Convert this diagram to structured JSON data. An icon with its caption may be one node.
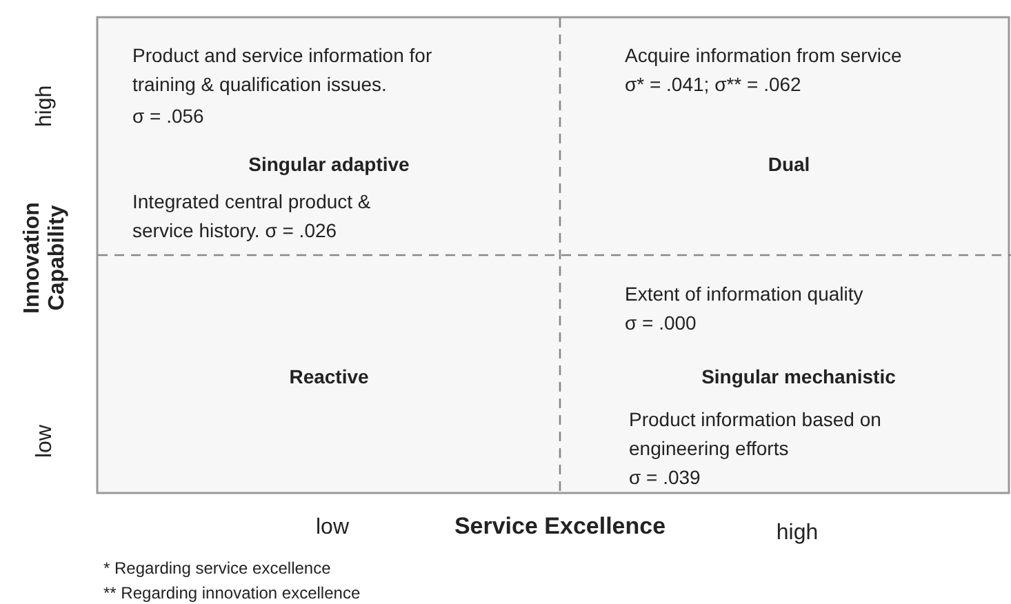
{
  "diagram": {
    "nodes": [
      {
        "text": [
          "Product and service information for training & qualification issues.",
          "σ = .056",
          "Singular adaptive",
          "Integrated central product & service history. σ = .026"
        ]
      },
      {
        "text": [
          "Acquire information from service",
          "σ* = .041; σ** = .062",
          "Dual"
        ]
      },
      {
        "text": [
          "Reactive"
        ]
      },
      {
        "text": [
          "Extent of information quality",
          "σ = .000",
          "Singular mechanistic",
          "Product information based on engineering efforts",
          "σ = .039"
        ]
      }
    ],
    "labels": [
      "high",
      "Innovation Capability",
      "low",
      "low",
      "Service Excellence",
      "high",
      "* Regarding service excellence",
      "** Regarding innovation excellence"
    ]
  }
}
